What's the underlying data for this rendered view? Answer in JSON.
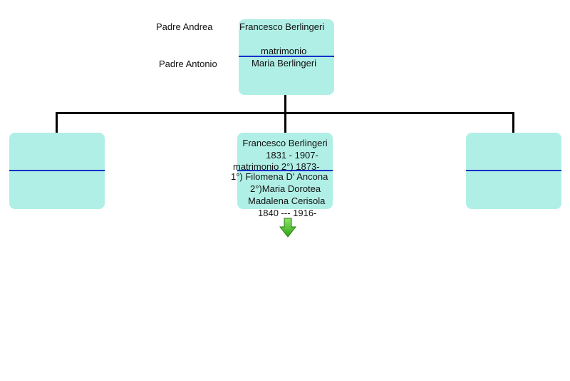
{
  "parents": {
    "father_left_label": "Padre Andrea",
    "mother_left_label": "Padre Antonio",
    "father_name": "Francesco Berlingeri",
    "marriage_label": "matrimonio",
    "mother_name": "Maria Berlingeri"
  },
  "child": {
    "line1": "Francesco Berlingeri",
    "line2": "1831 - 1907-",
    "line3": "matrimonio 2°) 1873-",
    "line4": "1°) Filomena D' Ancona",
    "line5": "2°)Maria Dorotea",
    "line6": "Madalena Cerisola",
    "line7": "1840 --- 1916-"
  },
  "colors": {
    "box_fill": "#b0efe6",
    "divider": "#1530c8",
    "arrow": "#3cbf1a"
  },
  "icons": {
    "descendants_arrow": "down-arrow-icon"
  }
}
